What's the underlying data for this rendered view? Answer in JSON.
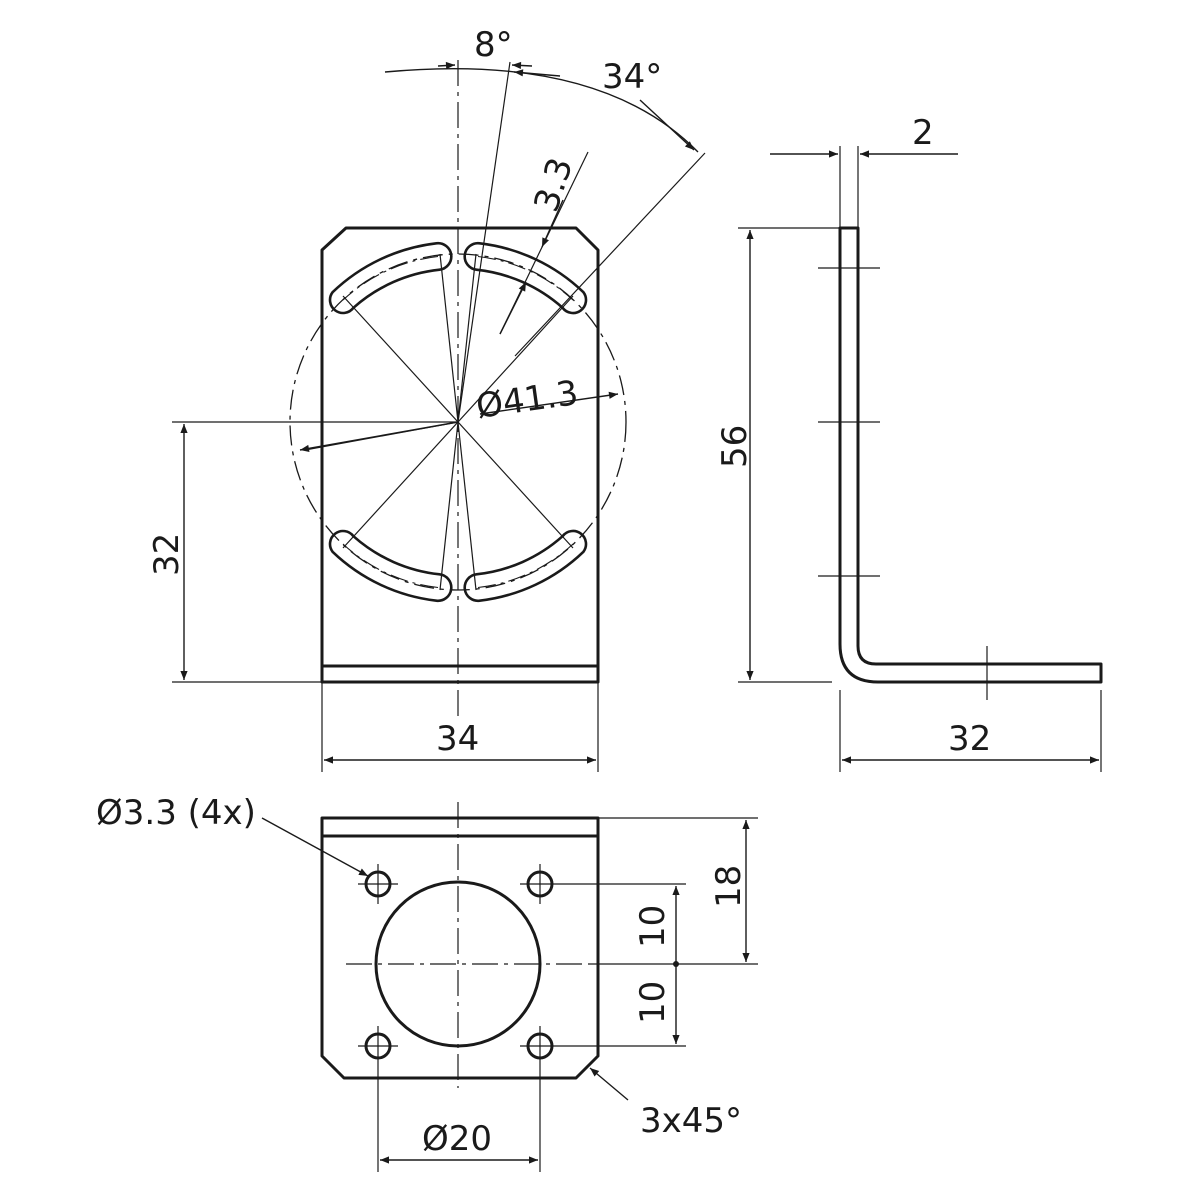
{
  "dimensions": {
    "angle_top": "8°",
    "angle_right": "34°",
    "slot_width": "3.3",
    "thickness": "2",
    "circle_dia": "Ø41.3",
    "height_front": "32",
    "height_side": "56",
    "width_front": "34",
    "width_side": "32",
    "hole_dia": "Ø3.3 (4x)",
    "depth_bottom": "18",
    "offset_upper": "10",
    "offset_lower": "10",
    "chamfer": "3x45°",
    "bore_dia": "Ø20"
  }
}
